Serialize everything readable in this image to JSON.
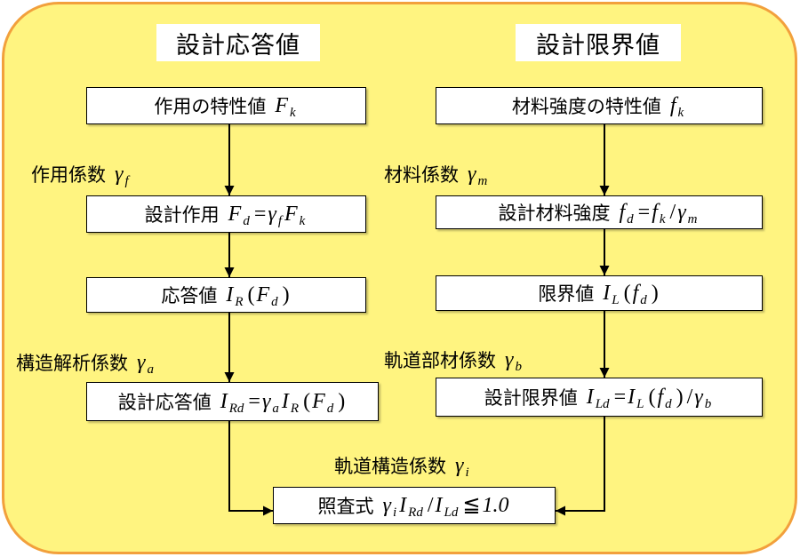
{
  "colors": {
    "panel_fill": "#FFF480",
    "panel_border": "#F2A03C",
    "box_fill": "#FFFFFF",
    "box_border": "#000000",
    "arrow": "#000000"
  },
  "headers": {
    "left": "設計応答値",
    "right": "設計限界値"
  },
  "left": {
    "boxes": [
      {
        "label": "作用の特性値",
        "formula": [
          {
            "v": "F",
            "sub": "k"
          }
        ]
      },
      {
        "label": "設計作用",
        "formula": [
          {
            "v": "F",
            "sub": "d"
          },
          {
            "o": "="
          },
          {
            "v": "γ",
            "sub": "f"
          },
          {
            "v": "F",
            "sub": "k"
          }
        ]
      },
      {
        "label": "応答値",
        "formula": [
          {
            "v": "I",
            "sub": "R"
          },
          {
            "o": "("
          },
          {
            "v": "F",
            "sub": "d"
          },
          {
            "o": ")"
          }
        ]
      },
      {
        "label": "設計応答値",
        "formula": [
          {
            "v": "I",
            "sub": "Rd"
          },
          {
            "o": "="
          },
          {
            "v": "γ",
            "sub": "a"
          },
          {
            "v": "I",
            "sub": "R"
          },
          {
            "o": "("
          },
          {
            "v": "F",
            "sub": "d"
          },
          {
            "o": ")"
          }
        ]
      }
    ],
    "factors": [
      {
        "label": "作用係数",
        "formula": [
          {
            "v": "γ",
            "sub": "f"
          }
        ]
      },
      {
        "label": "構造解析係数",
        "formula": [
          {
            "v": "γ",
            "sub": "a"
          }
        ]
      }
    ]
  },
  "right": {
    "boxes": [
      {
        "label": "材料強度の特性値",
        "formula": [
          {
            "v": "f",
            "sub": "k"
          }
        ]
      },
      {
        "label": "設計材料強度",
        "formula": [
          {
            "v": "f",
            "sub": "d"
          },
          {
            "o": "="
          },
          {
            "v": "f",
            "sub": "k"
          },
          {
            "o": "/"
          },
          {
            "v": "γ",
            "sub": "m"
          }
        ]
      },
      {
        "label": "限界値",
        "formula": [
          {
            "v": "I",
            "sub": "L"
          },
          {
            "o": "("
          },
          {
            "v": "f",
            "sub": "d"
          },
          {
            "o": ")"
          }
        ]
      },
      {
        "label": "設計限界値",
        "formula": [
          {
            "v": "I",
            "sub": "Ld"
          },
          {
            "o": "="
          },
          {
            "v": "I",
            "sub": "L"
          },
          {
            "o": "("
          },
          {
            "v": "f",
            "sub": "d"
          },
          {
            "o": ")"
          },
          {
            "o": "/"
          },
          {
            "v": "γ",
            "sub": "b"
          }
        ]
      }
    ],
    "factors": [
      {
        "label": "材料係数",
        "formula": [
          {
            "v": "γ",
            "sub": "m"
          }
        ]
      },
      {
        "label": "軌道部材係数",
        "formula": [
          {
            "v": "γ",
            "sub": "b"
          }
        ]
      }
    ]
  },
  "bottom_factor": {
    "label": "軌道構造係数",
    "formula": [
      {
        "v": "γ",
        "sub": "i"
      }
    ]
  },
  "check": {
    "label": "照査式",
    "formula": [
      {
        "v": "γ",
        "sub": "i"
      },
      {
        "v": "I",
        "sub": "Rd"
      },
      {
        "o": "/"
      },
      {
        "v": "I",
        "sub": "Ld"
      },
      {
        "o": "≦"
      },
      {
        "v": "1.0"
      }
    ]
  }
}
